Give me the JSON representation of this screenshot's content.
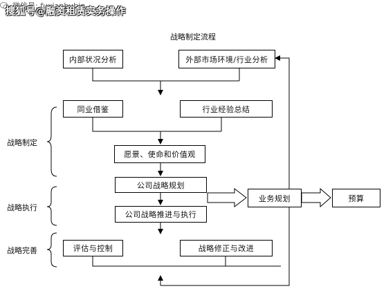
{
  "watermark_top": "搜狐号@融资租赁实务操作",
  "title": "战略制定流程",
  "boxes": {
    "internal": "内部状况分析",
    "external": "外部市场环境/行业分析",
    "peer": "同业借鉴",
    "experience": "行业经验总结",
    "vision": "愿景、使命和价值观",
    "planning": "公司战略规划",
    "execution": "公司战略推进与执行",
    "evaluation": "评估与控制",
    "revision": "战略修正与改进",
    "business": "业务规划",
    "budget": "预算"
  },
  "phases": {
    "formulation": "战略制定",
    "execution": "战略执行",
    "improvement": "战略完善"
  },
  "watermark_bottom": {
    "icon": "wechat-icon",
    "text": "微信号: fuxianbubin"
  }
}
